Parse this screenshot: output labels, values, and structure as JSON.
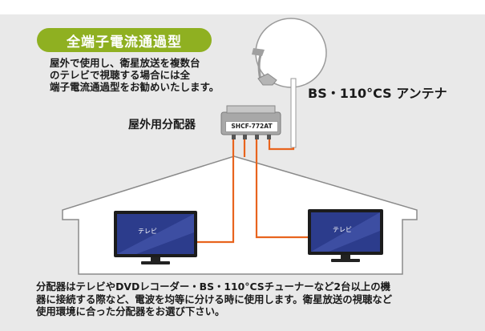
{
  "heading": "全端子電流通過型",
  "intro_lines": [
    "屋外で使用し、衛星放送を複数台",
    "のテレビで視聴する場合には全",
    "端子電流通過型をお勧めいたします。"
  ],
  "antenna_label": "BS・110°CS アンテナ",
  "splitter_label": "屋外用分配器",
  "splitter_model": "SHCF-772AT",
  "tv_left_label": "テレビ",
  "tv_right_label": "テレビ",
  "footer_lines": [
    "分配器はテレビやDVDレコーダー・BS・110°CSチューナーなど2台以上の機",
    "器に接続する際など、電波を均等に分ける時に使用します。衛星放送の視聴など",
    "使用環境に合った分配器をお選び下さい。"
  ],
  "colors": {
    "pill": "#8fb021",
    "cable": "#e8641e",
    "background": "#e9e9e9",
    "screen": "#2c3c8c"
  }
}
